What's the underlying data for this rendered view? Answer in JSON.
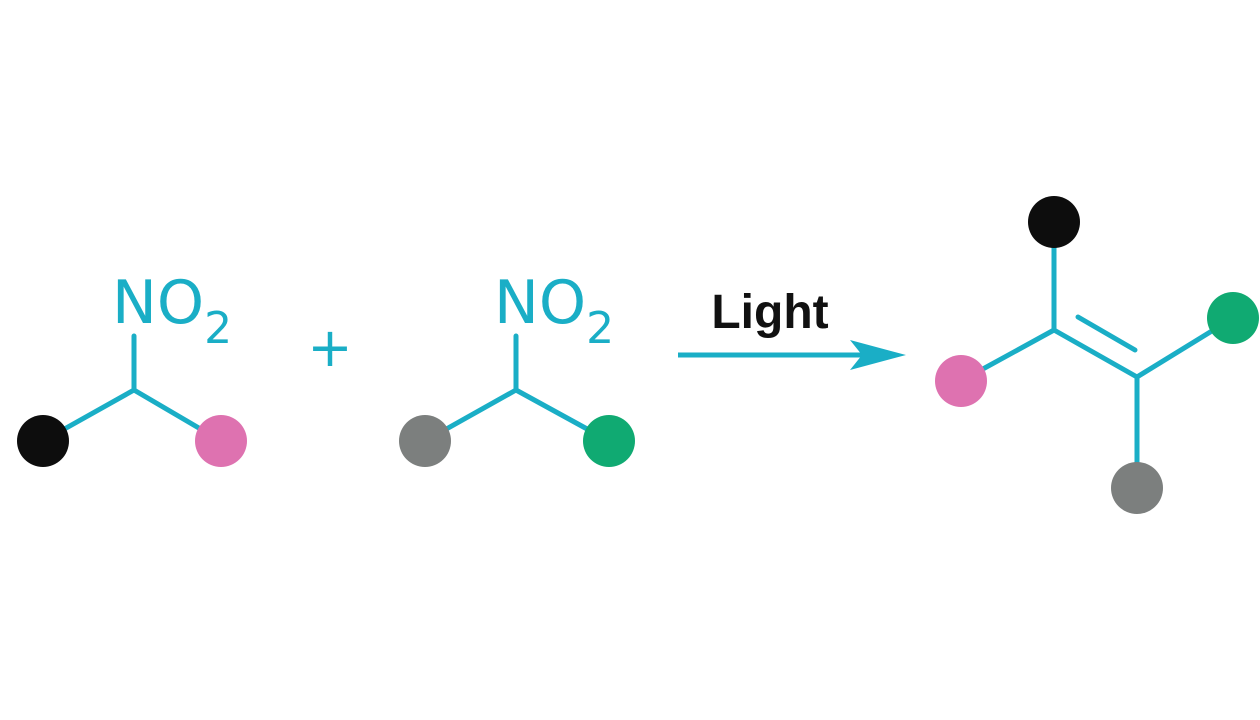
{
  "colors": {
    "bond": "#1aaec6",
    "black": "#0d0d0d",
    "pink": "#de72b0",
    "gray": "#7c7f7e",
    "green": "#10aa72"
  },
  "reactant1": {
    "group_main": "NO",
    "group_sub": "2",
    "left_atom_color": "#0d0d0d",
    "right_atom_color": "#de72b0"
  },
  "operator": "+",
  "reactant2": {
    "group_main": "NO",
    "group_sub": "2",
    "left_atom_color": "#7c7f7e",
    "right_atom_color": "#10aa72"
  },
  "arrow": {
    "label": "Light"
  },
  "product": {
    "top_atom_color": "#0d0d0d",
    "left_atom_color": "#de72b0",
    "right_atom_color": "#10aa72",
    "bottom_atom_color": "#7c7f7e"
  }
}
